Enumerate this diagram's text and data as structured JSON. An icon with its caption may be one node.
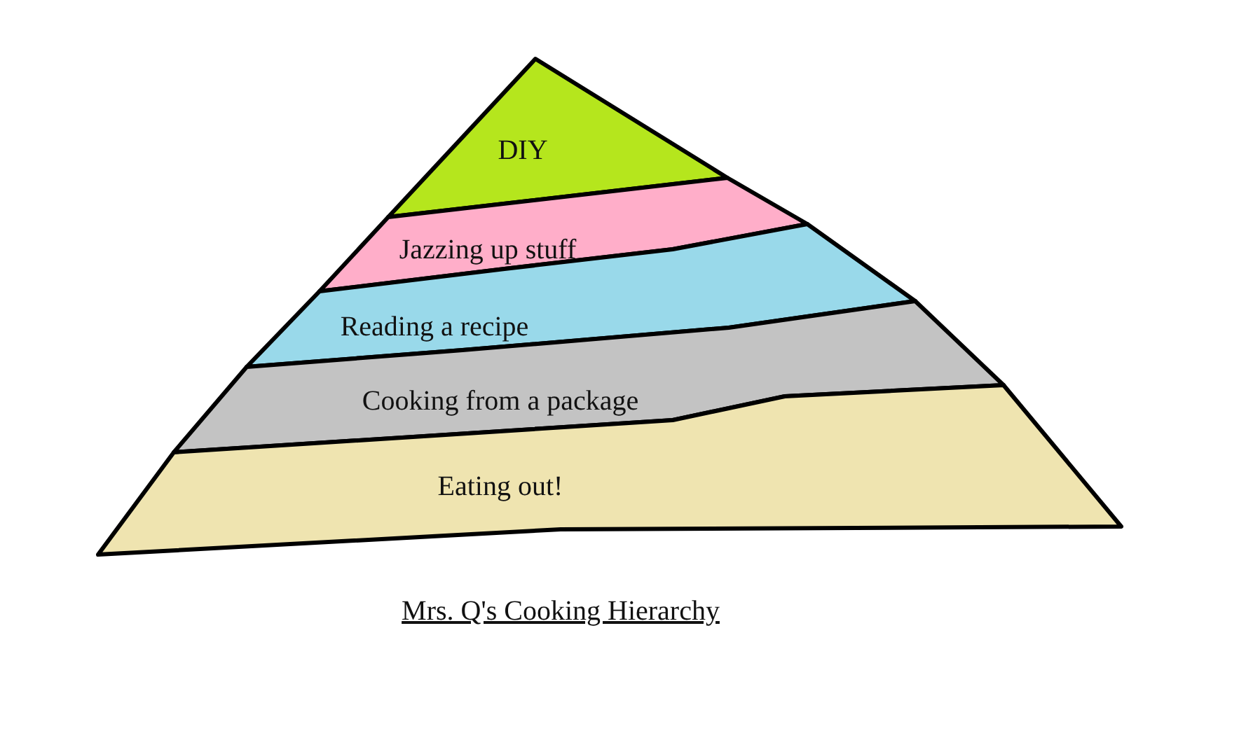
{
  "diagram": {
    "caption": "Mrs. Q's Cooking Hierarchy",
    "nodes": [
      {
        "text": [
          "DIY"
        ]
      },
      {
        "text": [
          "Jazzing up stuff"
        ]
      },
      {
        "text": [
          "Reading a recipe"
        ]
      },
      {
        "text": [
          "Cooking from a package"
        ]
      },
      {
        "text": [
          "Eating out!"
        ]
      }
    ]
  }
}
